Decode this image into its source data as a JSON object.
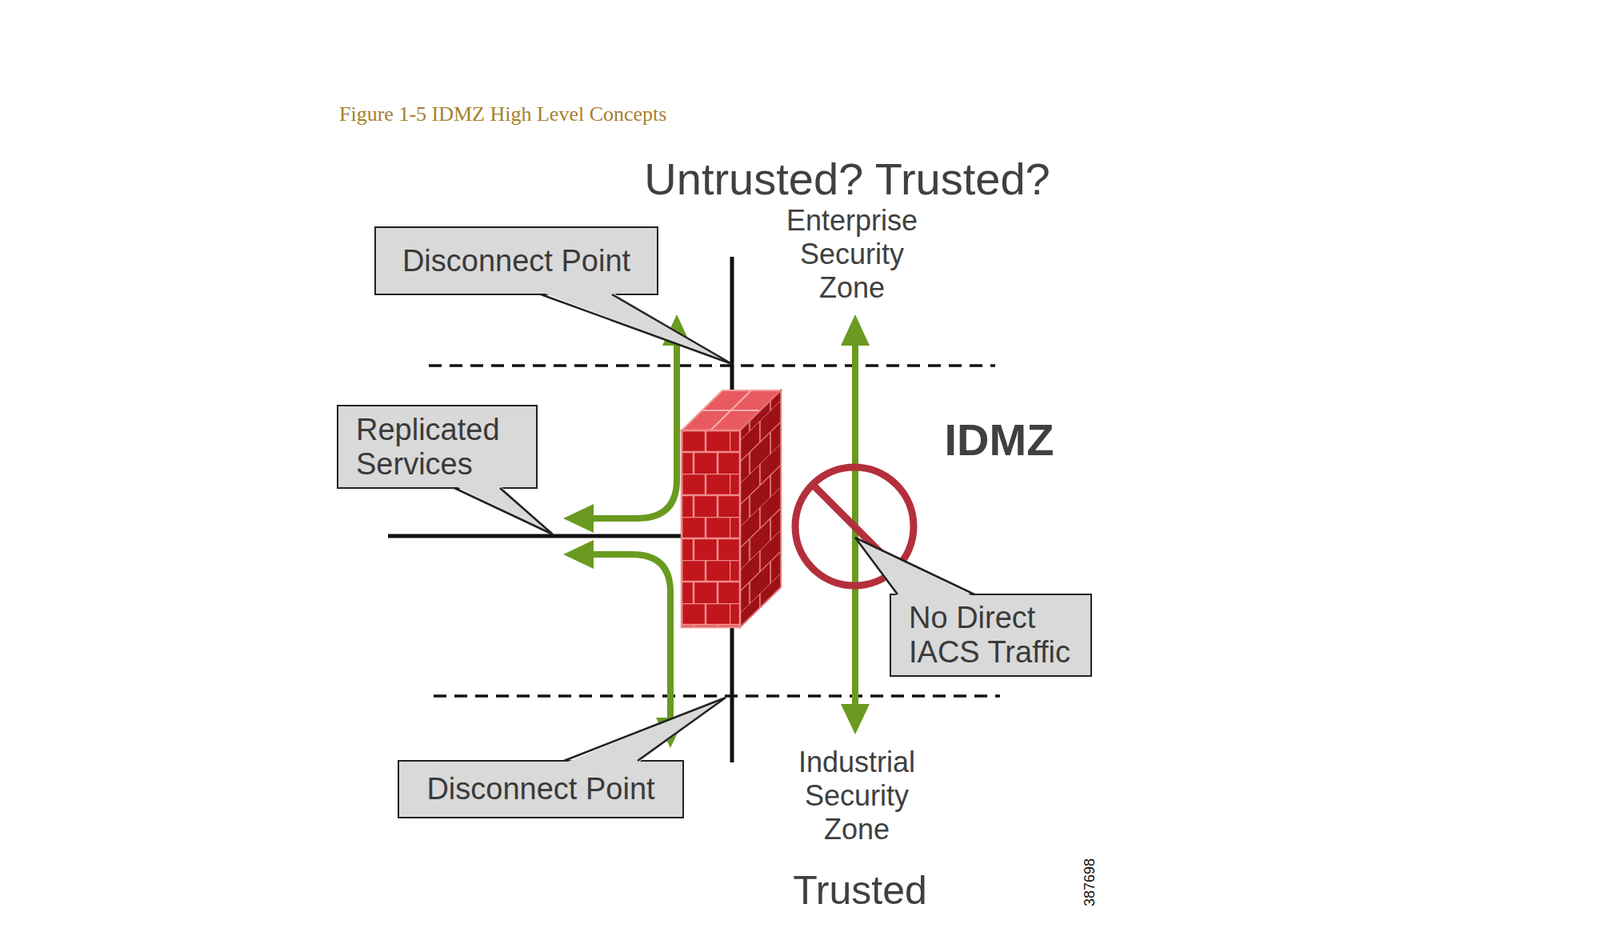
{
  "diagram": {
    "title": "Untrusted? Trusted?",
    "caption": "Figure 1-5 IDMZ High Level Concepts",
    "nodes": [
      {
        "text": [
          "Disconnect Point"
        ]
      },
      {
        "text": [
          "Replicated Services"
        ]
      },
      {
        "text": [
          "No Direct IACS Traffic"
        ]
      },
      {
        "text": [
          "Disconnect Point"
        ]
      }
    ],
    "labels": [
      "Enterprise Security Zone",
      "IDMZ",
      "Industrial Security Zone",
      "Trusted",
      "387698"
    ]
  }
}
